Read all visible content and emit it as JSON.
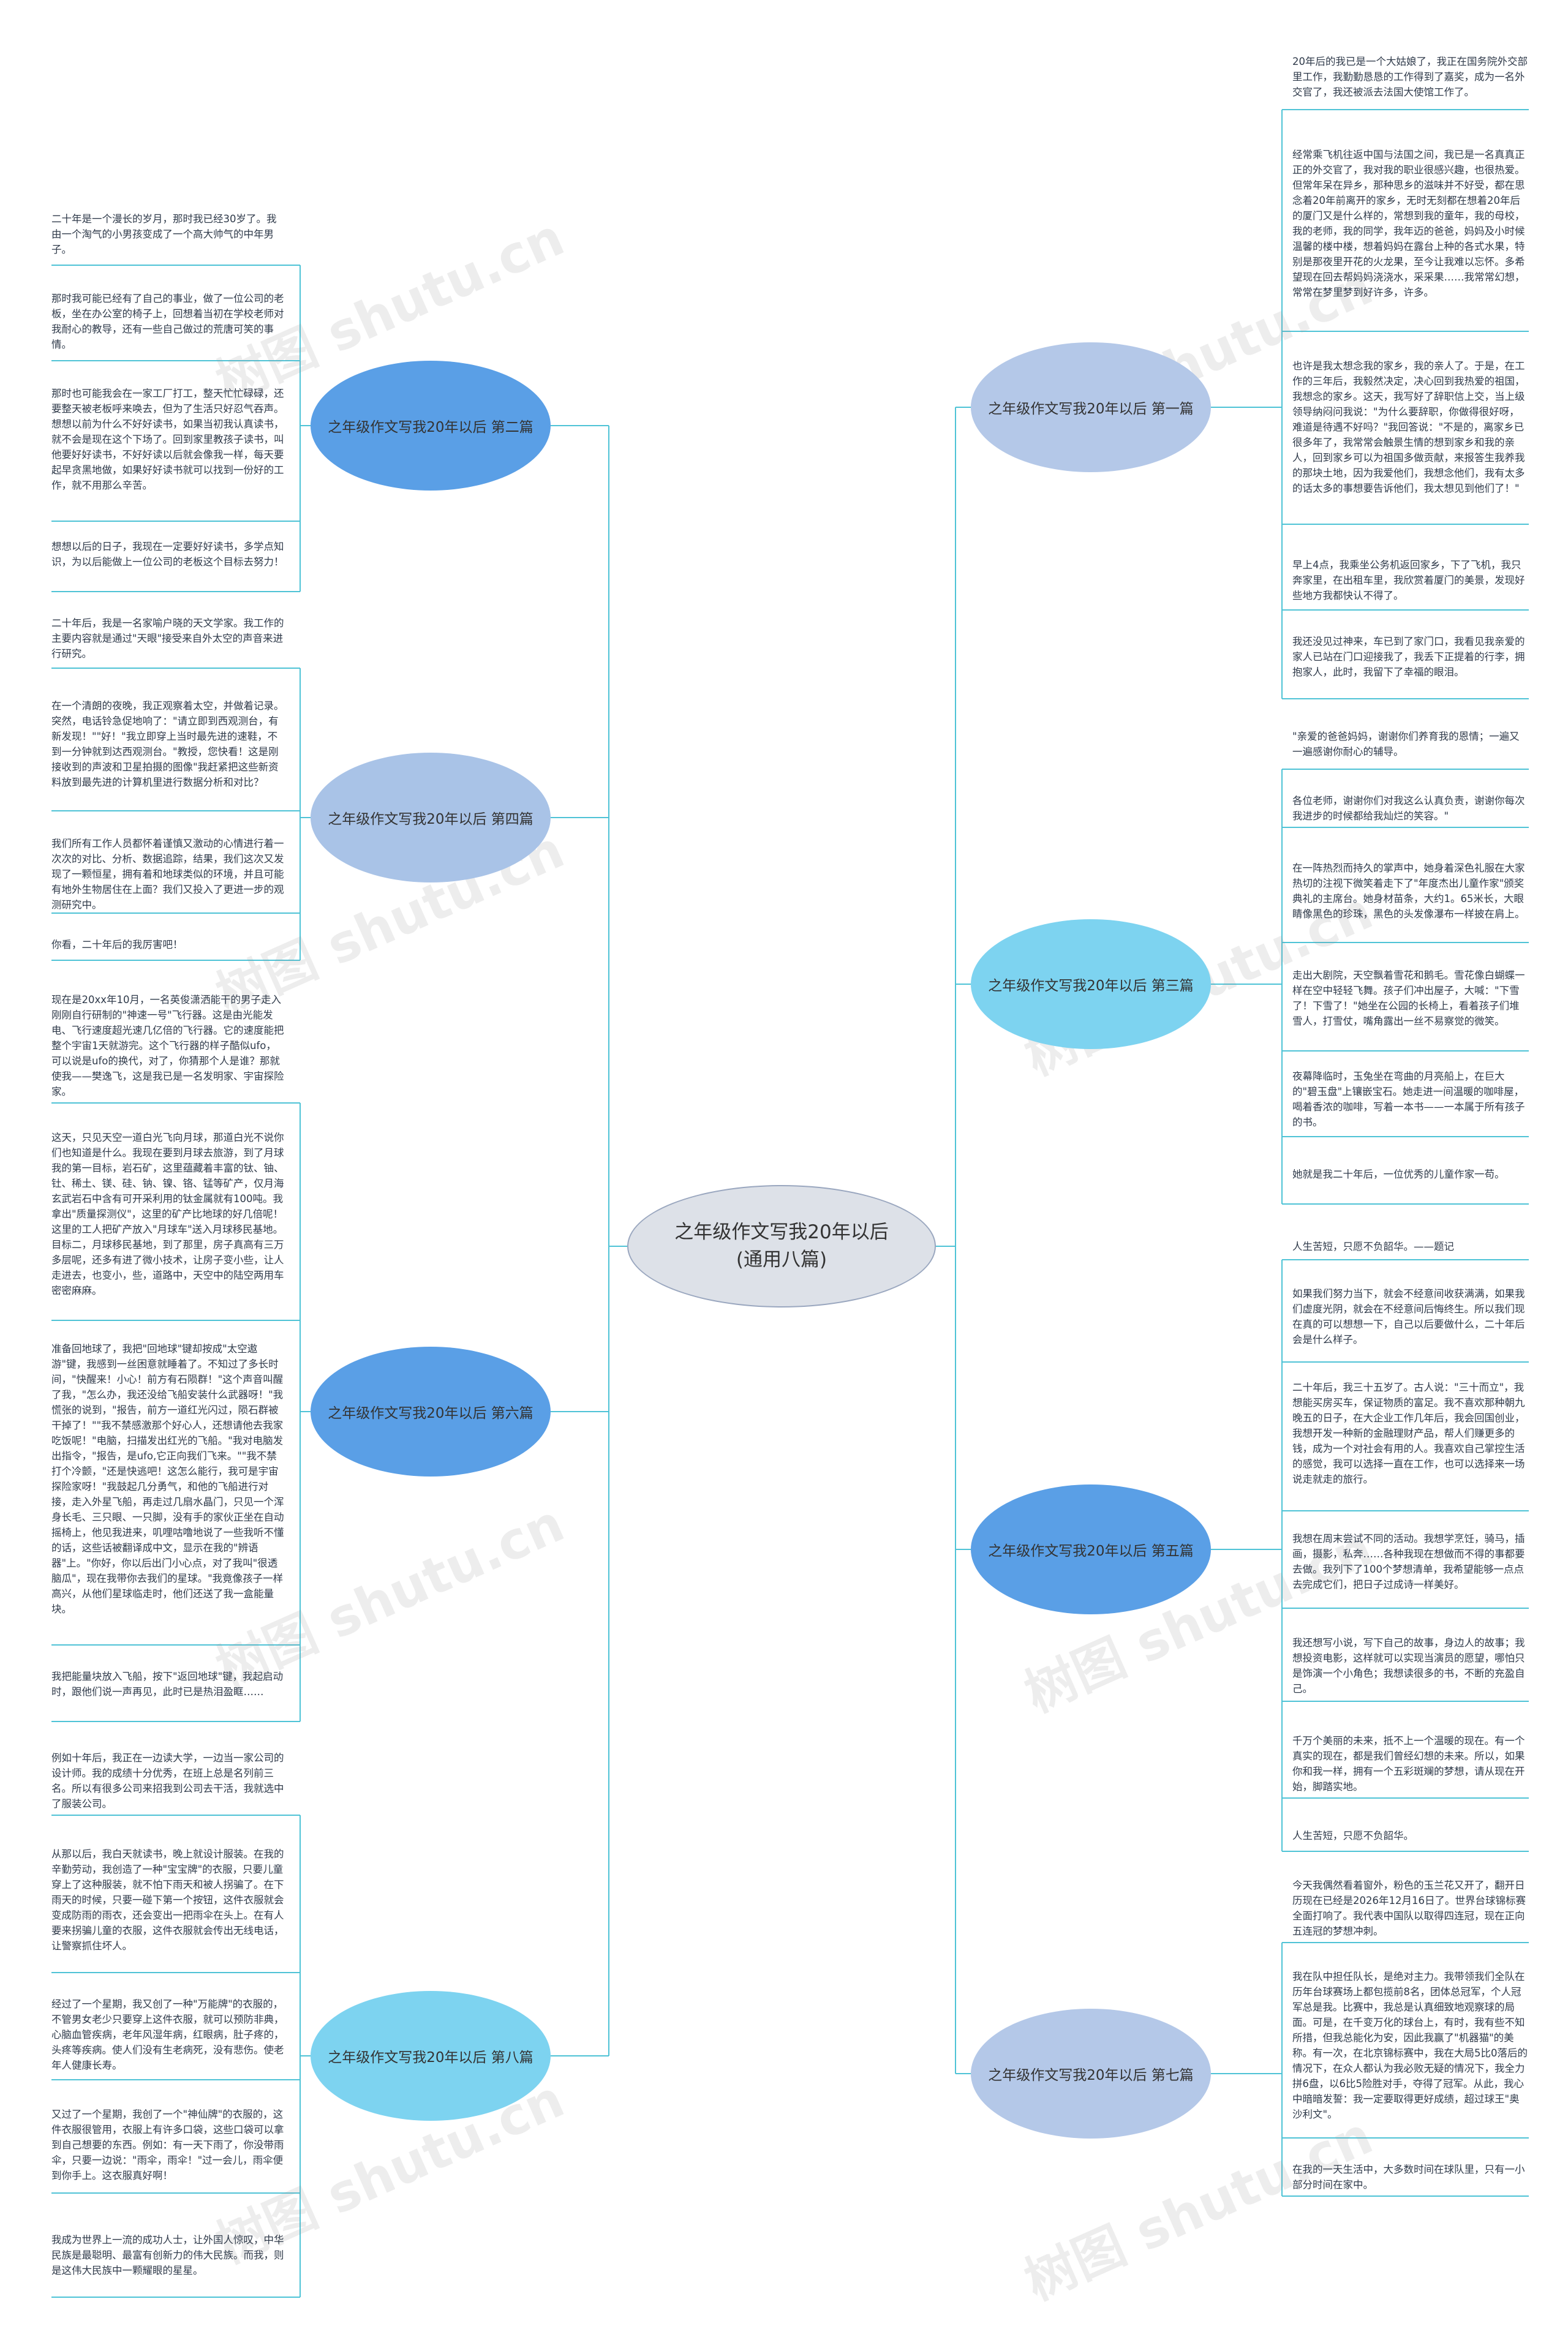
{
  "root": {
    "title": "之年级作文写我20年以后(通用八篇)"
  },
  "colors": {
    "dark_blue": "#5a9fe6",
    "light_blue": "#a9c3e7",
    "cyan": "#7dd3f0",
    "pale_blue": "#b4c8e8",
    "line": "#4fc3d6"
  },
  "watermark": "树图 shutu.cn",
  "left_branches": [
    {
      "title": "之年级作文写我20年以后 第二篇",
      "leaves": [
        "二十年是一个漫长的岁月，那时我已经30岁了。我由一个淘气的小男孩变成了一个高大帅气的中年男子。",
        "那时我可能已经有了自己的事业，做了一位公司的老板，坐在办公室的椅子上，回想着当初在学校老师对我耐心的教导，还有一些自己做过的荒唐可笑的事情。",
        "那时也可能我会在一家工厂打工，整天忙忙碌碌，还要整天被老板呼来唤去，但为了生活只好忍气吞声。想想以前为什么不好好读书，如果当初我认真读书，就不会是现在这个下场了。回到家里教孩子读书，叫他要好好读书，不好好读以后就会像我一样，每天要起早贪黑地做，如果好好读书就可以找到一份好的工作，就不用那么辛苦。",
        "想想以后的日子，我现在一定要好好读书，多学点知识，为以后能做上一位公司的老板这个目标去努力！"
      ]
    },
    {
      "title": "之年级作文写我20年以后 第四篇",
      "leaves": [
        "二十年后，我是一名家喻户晓的天文学家。我工作的主要内容就是通过\"天眼\"接受来自外太空的声音来进行研究。",
        "在一个清朗的夜晚，我正观察着太空，并做着记录。突然，电话铃急促地响了：\"请立即到西观测台，有新发现！\"\"好！\"我立即穿上当时最先进的速鞋，不到一分钟就到达西观测台。\"教授，您快看！这是刚接收到的声波和卫星拍摄的图像\"我赶紧把这些新资料放到最先进的计算机里进行数据分析和对比？",
        "我们所有工作人员都怀着谨慎又激动的心情进行着一次次的对比、分析、数据追踪，结果，我们这次又发现了一颗恒星，拥有着和地球类似的环境，并且可能有地外生物居住在上面？我们又投入了更进一步的观测研究中。",
        "你看，二十年后的我厉害吧！"
      ]
    },
    {
      "title": "之年级作文写我20年以后 第六篇",
      "leaves": [
        "现在是20xx年10月，一名英俊潇洒能干的男子走入刚刚自行研制的\"神速一号\"飞行器。这是由光能发电、飞行速度超光速几亿倍的飞行器。它的速度能把整个宇宙1天就游完。这个飞行器的样子酷似ufo，可以说是ufo的换代，对了，你猜那个人是谁？那就使我——樊逸飞，这是我已是一名发明家、宇宙探险家。",
        "这天，只见天空一道白光飞向月球，那道白光不说你们也知道是什么。我现在要到月球去旅游，到了月球我的第一目标，岩石矿，这里蕴藏着丰富的钛、铀、钍、稀土、镁、硅、钠、镍、铬、锰等矿产，仅月海玄武岩石中含有可开采利用的钛金属就有100吨。我拿出\"质量探测仪\"，这里的矿产比地球的好几倍呢！这里的工人把矿产放入\"月球车\"送入月球移民基地。目标二，月球移民基地，到了那里，房子真高有三万多层呢，还多有进了微小技术，让房子变小些，让人走进去，也变小，些，道路中，天空中的陆空两用车密密麻麻。",
        "准备回地球了，我把\"回地球\"键却按成\"太空遨游\"键，我感到一丝困意就睡着了。不知过了多长时间，\"快醒来！小心！前方有石陨群！\"这个声音叫醒了我，\"怎么办，我还没给飞船安装什么武器呀！\"我慌张的说到，\"报告，前方一道红光闪过，陨石群被干掉了！\"\"我不禁感激那个好心人，还想请他去我家吃饭呢！\"电脑，扫描发出红光的飞船。\"我对电脑发出指令，\"报告，是ufo,它正向我们飞来。\"\"我不禁打个冷颤，\"还是快逃吧！这怎么能行，我可是宇宙探险家呀！\"我鼓起几分勇气，和他的飞船进行对接，走入外星飞船，再走过几扇水晶门，只见一个浑身长毛、三只眼、一只脚，没有手的家伙正坐在自动摇椅上，他见我进来，叽哩咕噜地说了一些我听不懂的话，这些话被翻译成中文，显示在我的\"辨语器\"上。\"你好，你以后出门小心点，对了我叫\"很透脑瓜\"，现在我带你去我们的星球。\"我竟像孩子一样高兴，从他们星球临走时，他们还送了我一盒能量块。",
        "我把能量块放入飞船，按下\"返回地球\"键，我起启动时，跟他们说一声再见，此时已是热泪盈眶……"
      ]
    },
    {
      "title": "之年级作文写我20年以后 第八篇",
      "leaves": [
        "例如十年后，我正在一边读大学，一边当一家公司的设计师。我的成绩十分优秀，在班上总是名列前三名。所以有很多公司来招我到公司去干活，我就选中了服装公司。",
        "从那以后，我白天就读书，晚上就设计服装。在我的辛勤劳动，我创造了一种\"宝宝牌\"的衣服，只要儿童穿上了这种服装，就不怕下雨天和被人拐骗了。在下雨天的时候，只要一碰下第一个按钮，这件衣服就会变成防雨的雨衣，还会变出一把雨伞在头上。在有人要来拐骗儿童的衣服，这件衣服就会传出无线电话，让警察抓住坏人。",
        "经过了一个星期，我又创了一种\"万能牌\"的衣服的，不管男女老少只要穿上这件衣服，就可以预防非典，心脑血管疾病，老年风湿年病，红眼病，肚子疼的，头疼等疾病。使人们没有生老病死，没有悲伤。使老年人健康长寿。",
        "又过了一个星期，我创了一个\"神仙牌\"的衣服的，这件衣服很管用，衣服上有许多口袋，这些口袋可以拿到自己想要的东西。例如：有一天下雨了，你没带雨伞，只要一边说：\"雨伞，雨伞！\"过一会儿，雨伞便到你手上。这衣服真好啊！",
        "我成为世界上一流的成功人士，让外国人惊叹，中华民族是最聪明、最富有创新力的伟大民族。而我，则是这伟大民族中一颗耀眼的星星。"
      ]
    }
  ],
  "right_branches": [
    {
      "title": "之年级作文写我20年以后 第一篇",
      "leaves": [
        "20年后的我已是一个大姑娘了，我正在国务院外交部里工作，我勤勤恳恳的工作得到了嘉奖，成为一名外交官了，我还被派去法国大使馆工作了。",
        "经常乘飞机往返中国与法国之间，我已是一名真真正正的外交官了，我对我的职业很感兴趣，也很热爱。但常年呆在异乡，那种思乡的滋味并不好受，都在思念着20年前离开的家乡，无时无刻都在想着20年后的厦门又是什么样的，常想到我的童年，我的母校，我的老师，我的同学，我年迈的爸爸，妈妈及小时候温馨的楼中楼，想着妈妈在露台上种的各式水果，特别是那夜里开花的火龙果，至今让我难以忘怀。多希望现在回去帮妈妈浇浇水，采采果……我常常幻想，常常在梦里梦到好许多，许多。",
        "也许是我太想念我的家乡，我的亲人了。于是，在工作的三年后，我毅然决定，决心回到我热爱的祖国，我想念的家乡。这天，我写好了辞职信上交，当上级领导纳闷问我说：\"为什么要辞职，你做得很好呀，难道是待遇不好吗？\"我回答说：\"不是的，离家乡已很多年了，我常常会触景生情的想到家乡和我的亲人，回到家乡可以为祖国多做贡献，来报答生我养我的那块土地，因为我爱他们，我想念他们，我有太多的话太多的事想要告诉他们，我太想见到他们了！\"",
        "早上4点，我乘坐公务机返回家乡，下了飞机，我只奔家里，在出租车里，我欣赏着厦门的美景，发现好些地方我都快认不得了。",
        "我还没见过神来，车已到了家门口，我看见我亲爱的家人已站在门口迎接我了，我丢下正提着的行李，拥抱家人，此时，我留下了幸福的眼泪。"
      ]
    },
    {
      "title": "之年级作文写我20年以后 第三篇",
      "leaves": [
        "\"亲爱的爸爸妈妈，谢谢你们养育我的恩情；一遍又一遍感谢你耐心的辅导。",
        "各位老师，谢谢你们对我这么认真负责，谢谢你每次我进步的时候都给我灿烂的笑容。\"",
        "在一阵热烈而持久的掌声中，她身着深色礼服在大家热切的注视下微笑着走下了\"年度杰出儿童作家\"颁奖典礼的主席台。她身材苗条，大约1。65米长，大眼睛像黑色的珍珠，黑色的头发像瀑布一样披在肩上。",
        "走出大剧院，天空飘着雪花和鹅毛。雪花像白蝴蝶一样在空中轻轻飞舞。孩子们冲出屋子，大喊：\"下雪了！下雪了！\"她坐在公园的长椅上，看着孩子们堆雪人，打雪仗，嘴角露出一丝不易察觉的微笑。",
        "夜幕降临时，玉兔坐在弯曲的月亮船上，在巨大的\"碧玉盘\"上镶嵌宝石。她走进一间温暖的咖啡屋，喝着香浓的咖啡，写着一本书——一本属于所有孩子的书。",
        "她就是我二十年后，一位优秀的儿童作家一苟。"
      ]
    },
    {
      "title": "之年级作文写我20年以后 第五篇",
      "leaves": [
        "人生苦短，只愿不负韶华。——题记",
        "如果我们努力当下，就会不经意间收获满满，如果我们虚度光阴，就会在不经意间后悔终生。所以我们现在真的可以想想一下，自己以后要做什么，二十年后会是什么样子。",
        "二十年后，我三十五岁了。古人说：\"三十而立\"，我想能买房买车，保证物质的富足。我不喜欢那种朝九晚五的日子，在大企业工作几年后，我会回国创业，我想开发一种新的金融理财产品，帮人们赚更多的钱，成为一个对社会有用的人。我喜欢自己掌控生活的感觉，我可以选择一直在工作，也可以选择来一场说走就走的旅行。",
        "我想在周末尝试不同的活动。我想学烹饪，骑马，插画，摄影，私奔……各种我现在想做而不得的事都要去做。我列下了100个梦想清单，我希望能够一点点去完成它们，把日子过成诗一样美好。",
        "我还想写小说，写下自己的故事，身边人的故事；我想投资电影，这样就可以实现当演员的愿望，哪怕只是饰演一个小角色；我想读很多的书，不断的充盈自己。",
        "千万个美丽的未来，抵不上一个温暖的现在。有一个真实的现在，都是我们曾经幻想的未来。所以，如果你和我一样，拥有一个五彩斑斓的梦想，请从现在开始，脚踏实地。",
        "人生苦短，只愿不负韶华。"
      ]
    },
    {
      "title": "之年级作文写我20年以后 第七篇",
      "leaves": [
        "今天我偶然看着窗外，粉色的玉兰花又开了，翻开日历现在已经是2026年12月16日了。世界台球锦标赛全面打响了。我代表中国队以取得四连冠，现在正向五连冠的梦想冲刺。",
        "我在队中担任队长，是绝对主力。我带领我们全队在历年台球赛场上都包揽前8名，团体总冠军，个人冠军总是我。比赛中，我总是认真细致地观察球的局面。可是，在千变万化的球台上，有时，我有些不知所措，但我总能化为安，因此我赢了\"机器猫\"的美称。有一次，在北京锦标赛中，我在大局5比0落后的情况下，在众人都认为我必败无疑的情况下，我全力拼6盘，以6比5险胜对手，夺得了冠军。从此，我心中暗暗发誓：我一定要取得更好成绩，超过球王\"奥沙利文\"。",
        "在我的一天生活中，大多数时间在球队里，只有一小部分时间在家中。"
      ]
    }
  ]
}
